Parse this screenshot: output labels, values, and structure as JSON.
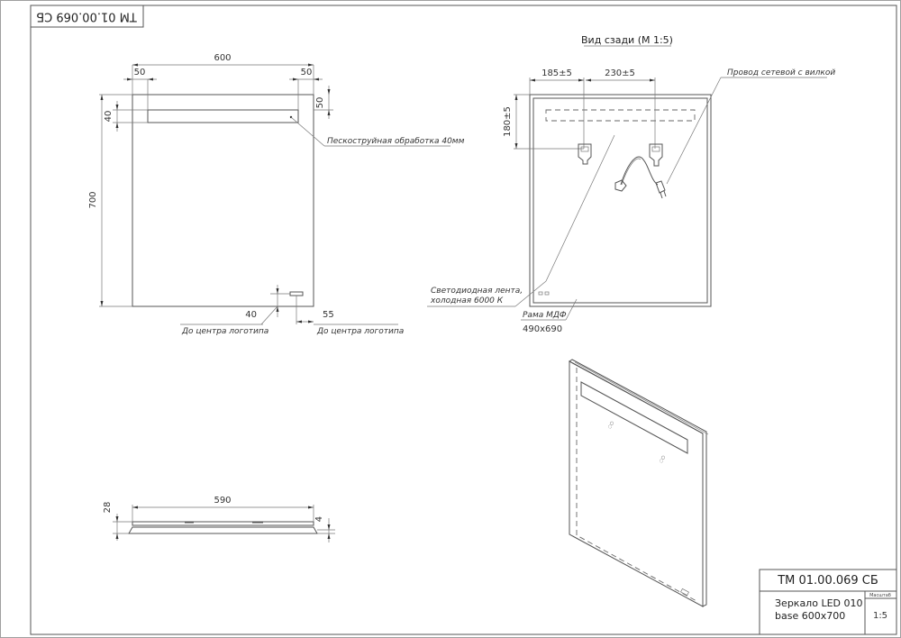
{
  "sheet": {
    "top_stamp": "ТМ 01.00.069 СБ",
    "title_block": {
      "designation": "ТМ 01.00.069 СБ",
      "name_line1": "Зеркало LED 010",
      "name_line2": "base 600x700",
      "scale_label": "Масштаб",
      "scale_value": "1:5"
    }
  },
  "front_view": {
    "dim_width": "600",
    "dim_left_offset": "50",
    "dim_right_offset": "50",
    "dim_right_top": "50",
    "dim_strip_height": "40",
    "dim_height": "700",
    "callout_sandblast": "Пескоструйная обработка 40мм",
    "dim_logo_vertical": "40",
    "dim_logo_horizontal": "55",
    "callout_logo_left": "До центра логотипа",
    "callout_logo_right": "До центра логотипа"
  },
  "rear_view": {
    "title": "Вид сзади (М 1:5)",
    "dim_left": "185±5",
    "dim_mid": "230±5",
    "dim_top": "180±5",
    "callout_cable": "Провод сетевой с вилкой",
    "callout_led_line1": "Светодиодная лента,",
    "callout_led_line2": "холодная 6000 К",
    "callout_frame_line1": "Рама МДФ",
    "callout_frame_line2": "490x690"
  },
  "side_view": {
    "dim_length": "590",
    "dim_thickness": "28",
    "dim_small": "4"
  }
}
